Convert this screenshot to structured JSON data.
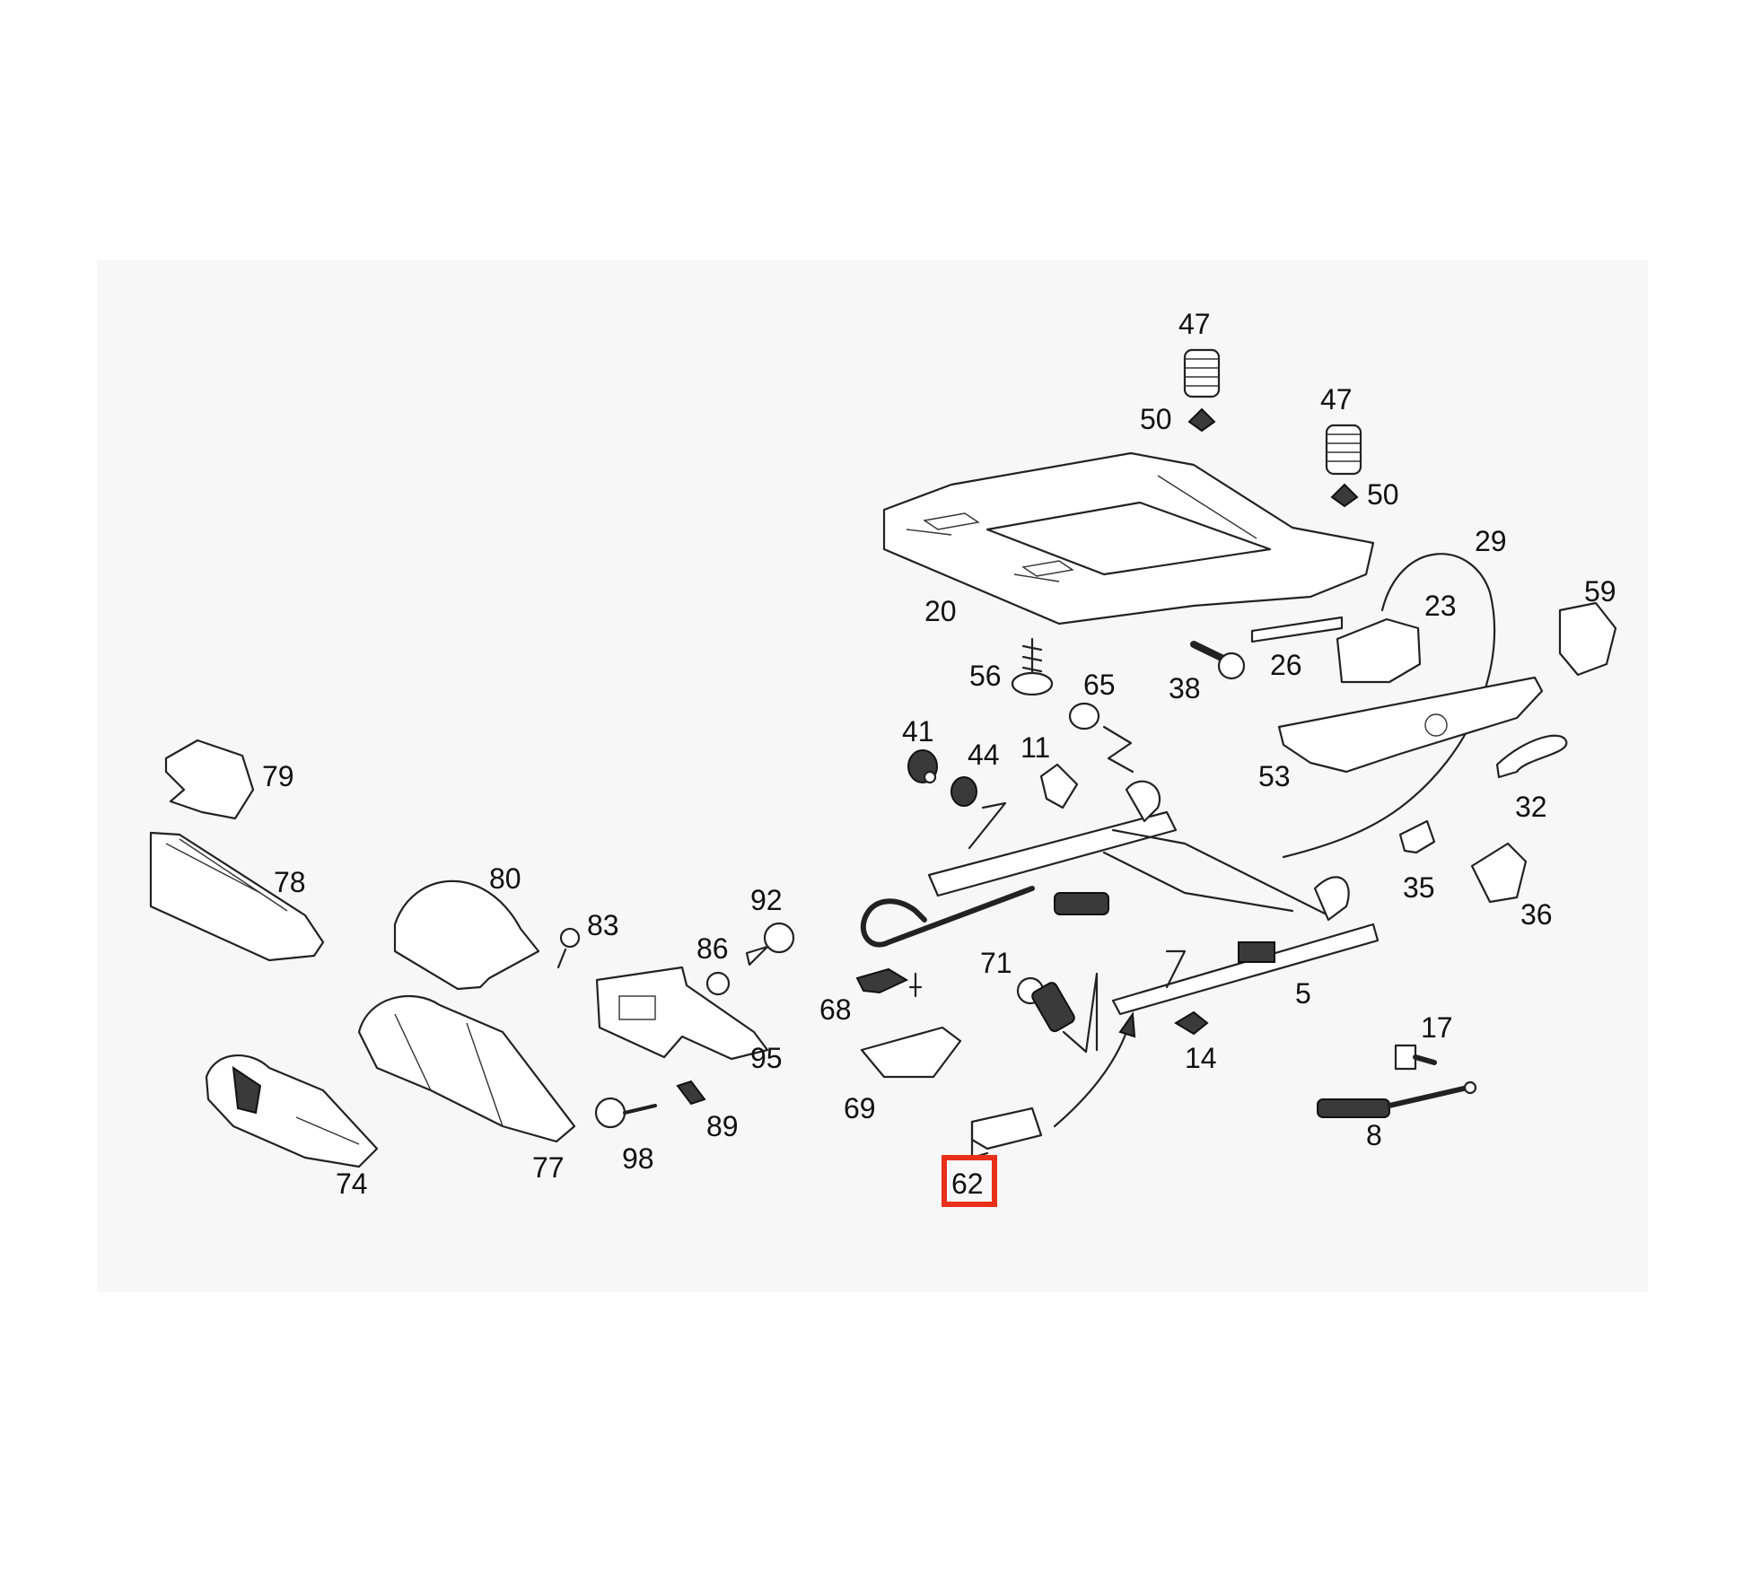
{
  "highlight": {
    "color": "#e8301a",
    "part": "62"
  },
  "labels": {
    "l47a": "47",
    "l47b": "47",
    "l50a": "50",
    "l50b": "50",
    "l29": "29",
    "l59": "59",
    "l23": "23",
    "l20": "20",
    "l26": "26",
    "l38": "38",
    "l56": "56",
    "l65": "65",
    "l41": "41",
    "l44": "44",
    "l11": "11",
    "l53": "53",
    "l32": "32",
    "l35": "35",
    "l36": "36",
    "l79": "79",
    "l78": "78",
    "l80": "80",
    "l83": "83",
    "l92": "92",
    "l86": "86",
    "l68": "68",
    "l71": "71",
    "l5": "5",
    "l14": "14",
    "l17": "17",
    "l95": "95",
    "l69": "69",
    "l8": "8",
    "l89": "89",
    "l98": "98",
    "l74": "74",
    "l77": "77",
    "l62": "62"
  }
}
